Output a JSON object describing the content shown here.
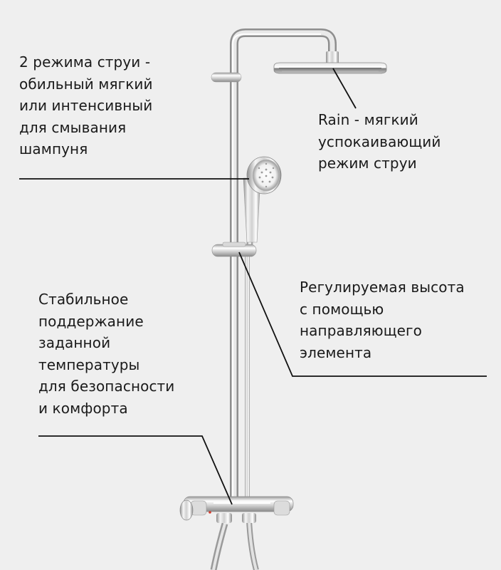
{
  "annotations": {
    "shower_modes": [
      "2 режима струи -",
      "обильный мягкий",
      "или интенсивный",
      "для смывания",
      "шампуня"
    ],
    "rain": [
      "Rain - мягкий",
      "успокаивающий",
      "режим струи"
    ],
    "height": [
      "Регулируемая высота",
      "с помощью",
      "направляющего",
      "элемента"
    ],
    "thermostat": [
      "Стабильное",
      "поддержание",
      "заданной",
      "температуры",
      "для безопасности",
      "и комфорта"
    ]
  },
  "colors": {
    "background": "#efefef",
    "text": "#1a1a1a",
    "chrome_light": "#f4f4f4",
    "chrome_mid": "#c4c4c4",
    "chrome_dark": "#8a8a8a"
  }
}
